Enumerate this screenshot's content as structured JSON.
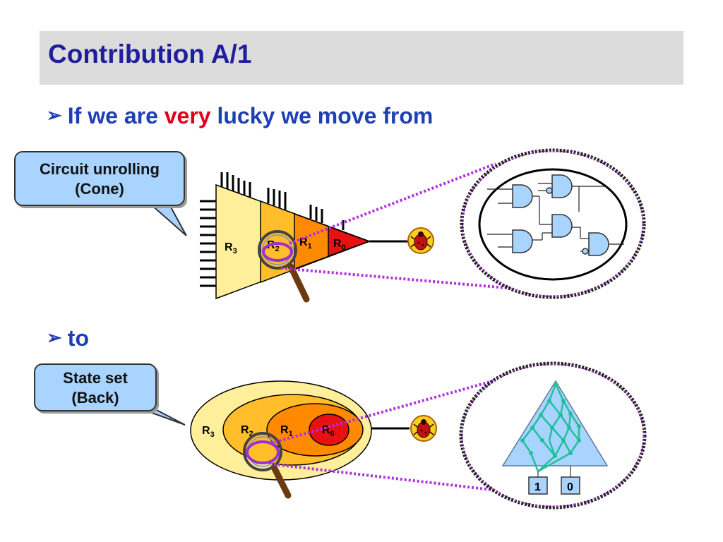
{
  "slide": {
    "title": "Contribution A/1"
  },
  "bullets": [
    {
      "prefix": "If we are ",
      "emphasis": "very",
      "suffix": " lucky we move from"
    },
    {
      "text": "to"
    }
  ],
  "callouts": {
    "cone": [
      "Circuit unrolling",
      "(Cone)"
    ],
    "back": [
      "State set",
      "(Back)"
    ]
  },
  "cone_regions": [
    {
      "main": "R",
      "sub": "3"
    },
    {
      "main": "R",
      "sub": "2"
    },
    {
      "main": "R",
      "sub": "1"
    },
    {
      "main": "R",
      "sub": "0"
    }
  ],
  "ellipse_regions": [
    {
      "main": "R",
      "sub": "3"
    },
    {
      "main": "R",
      "sub": "2"
    },
    {
      "main": "R",
      "sub": "1"
    },
    {
      "main": "R",
      "sub": "0"
    }
  ],
  "bdd_terminals": [
    "1",
    "0"
  ],
  "icons": [
    "bullet-arrow-icon",
    "bug-icon",
    "magnifier-icon",
    "and-gate-icon"
  ],
  "colors": {
    "title": "#1f1f9c",
    "bullet": "#1f3fb4",
    "emphasis": "#e0001b",
    "callout_fill": "#a8d4ff",
    "title_bar": "#dcdcdc",
    "region_outer": "#ffef9a",
    "region_mid": "#ffbe2a",
    "region_inner": "#ff8a00",
    "region_core": "#e81010",
    "dotted": "#b030e0",
    "bdd_edge": "#20c09a",
    "bdd_fill": "#a8d4ff"
  }
}
